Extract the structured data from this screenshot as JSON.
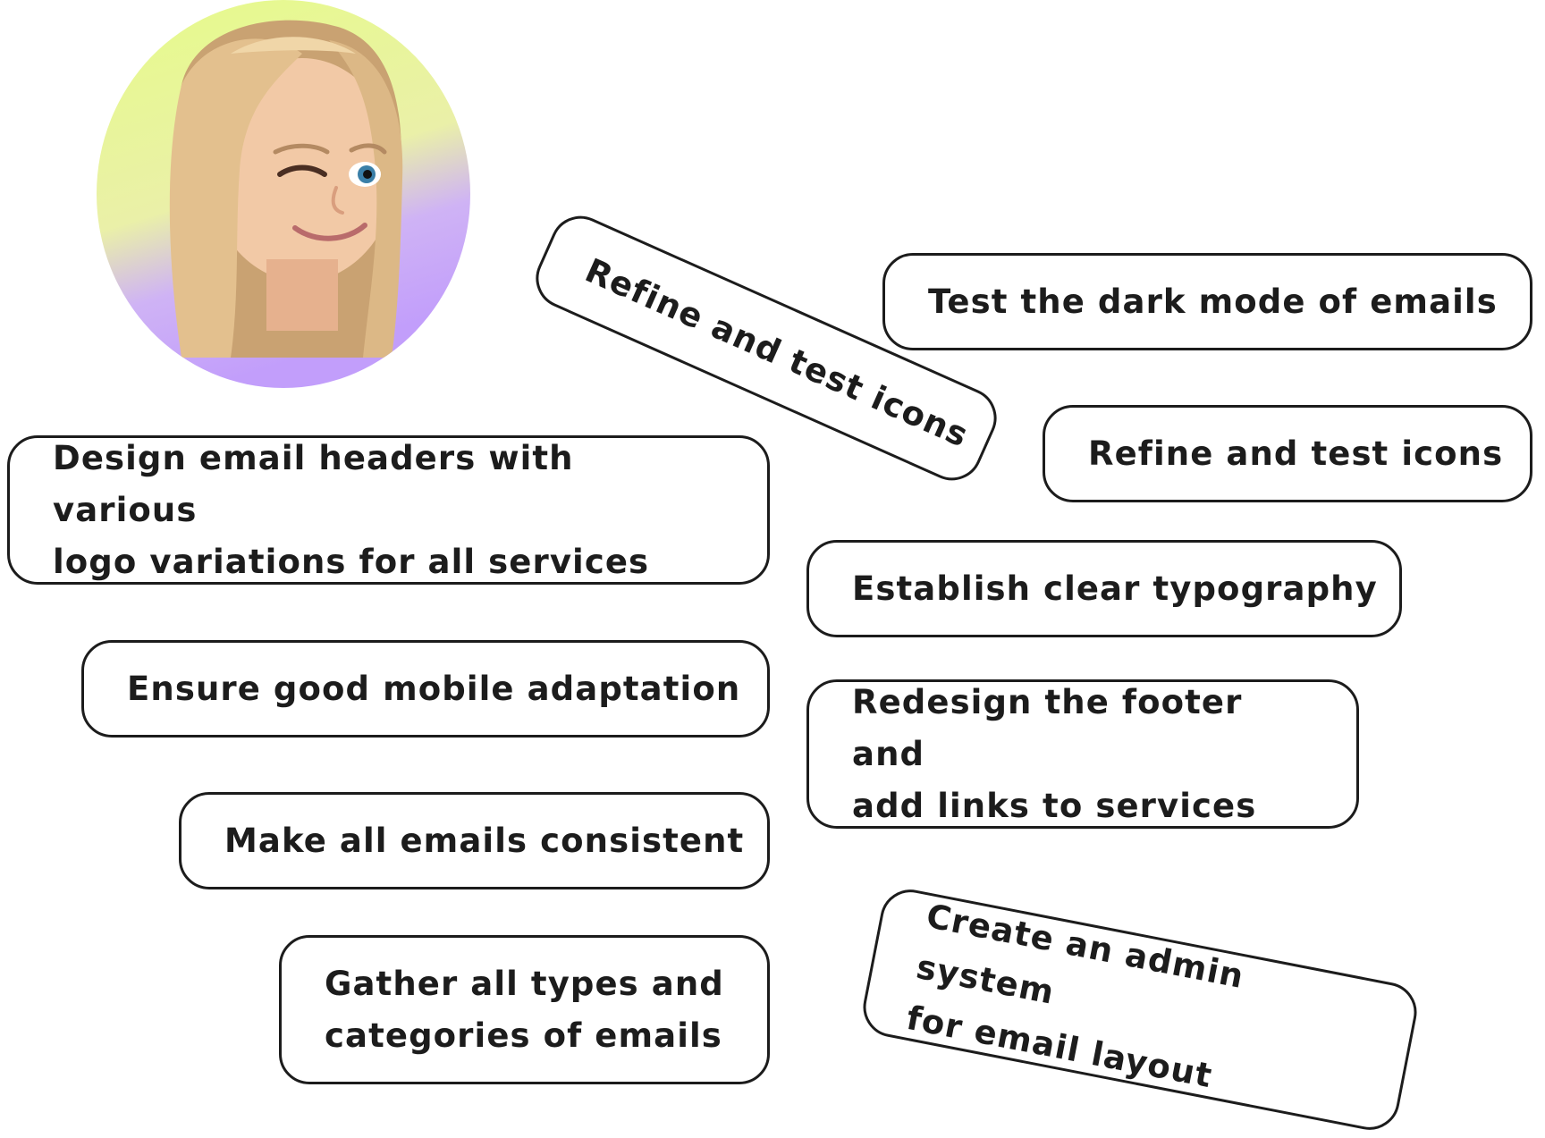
{
  "tasks": {
    "dark_mode": "Test the dark mode of emails",
    "icons_tilted": "Refine and test icons",
    "icons": "Refine and test icons",
    "headers": "Design email headers with various\nlogo variations for all services",
    "typography": "Establish clear typography",
    "mobile": "Ensure good mobile adaptation",
    "footer": "Redesign the footer and\nadd links to services",
    "consistent": "Make all emails consistent",
    "admin": "Create an admin system\nfor email layout",
    "gather": "Gather all types and\ncategories of emails"
  },
  "colors": {
    "border": "#1c1c1c",
    "text": "#1c1c1c",
    "avatar_gradient_top": "#eaf98a",
    "avatar_gradient_bottom": "#c7a3fb"
  },
  "avatar": {
    "icon": "memoji-winking-avatar"
  }
}
